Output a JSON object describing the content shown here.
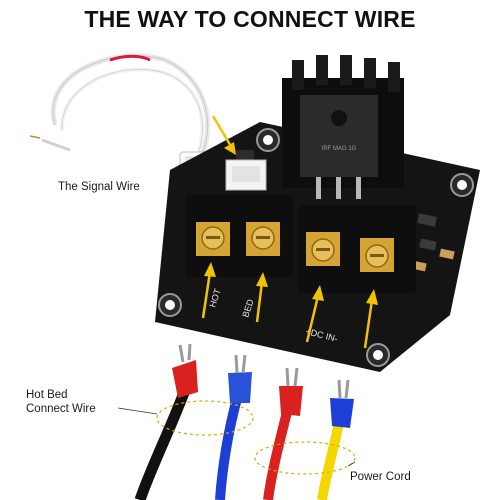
{
  "title": "THE WAY TO CONNECT WIRE",
  "labels": {
    "signal_wire": "The Signal Wire",
    "hot_bed_line1": "Hot Bed",
    "hot_bed_line2": "Connect Wire",
    "power_cord": "Power Cord"
  },
  "board": {
    "silk_hot": "HOT",
    "silk_bed": "BED",
    "silk_dc_in": "+DC IN-",
    "mosfet_marking": "IRF MAG 1G"
  },
  "colors": {
    "board": "#111111",
    "arrow": "#f2c300",
    "wire_red": "#d9211f",
    "wire_blue": "#1d3fd6",
    "wire_yellow": "#f3d800",
    "wire_black": "#111111",
    "dotted_ellipse": "#e0a800"
  }
}
